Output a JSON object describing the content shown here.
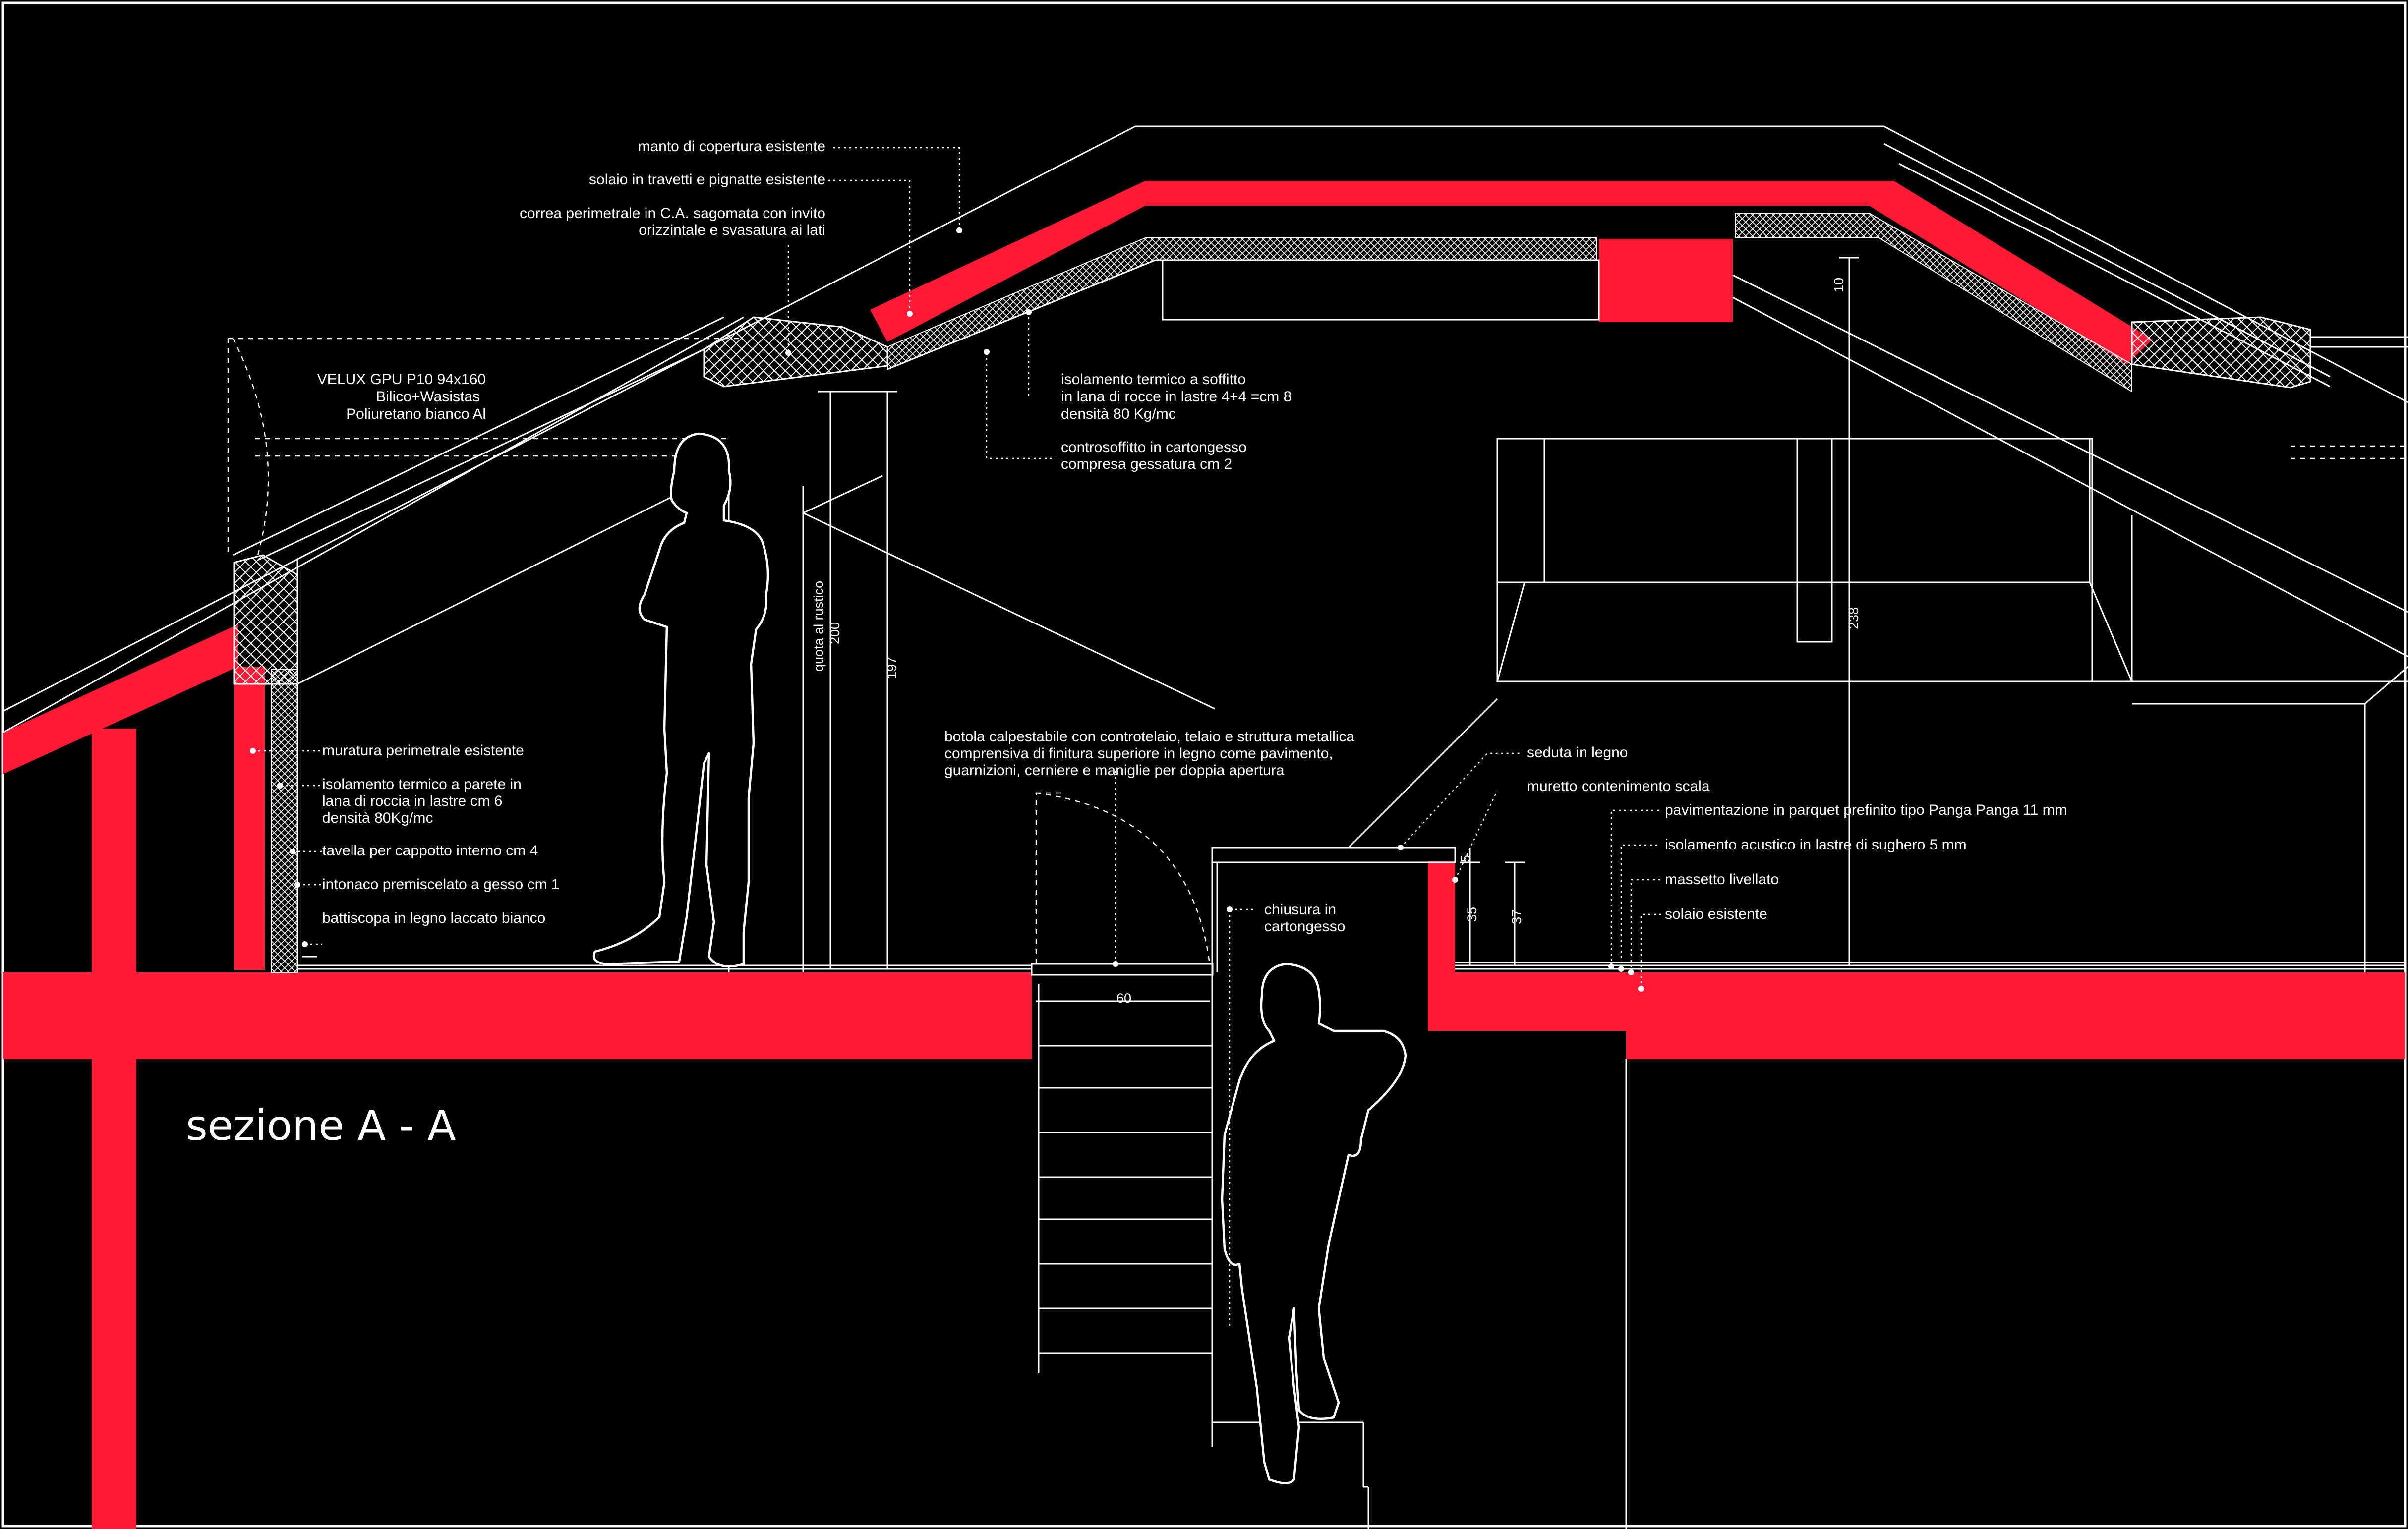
{
  "title": "sezione A - A",
  "colors": {
    "structure": "#ff1a35",
    "line": "#ffffff",
    "background": "#000000"
  },
  "labels": {
    "manto": "manto di copertura esistente",
    "solaio_travetti": "solaio in travetti e pignatte esistente",
    "correa_1": "correa perimetrale in C.A. sagomata con invito",
    "correa_2": "orizzintale e svasatura ai lati",
    "velux_1": "VELUX GPU P10 94x160",
    "velux_2": "Bilico+Wasistas",
    "velux_3": "Poliuretano bianco Al",
    "isol_soffitto_1": "isolamento termico a soffitto",
    "isol_soffitto_2": "in lana di rocce in lastre 4+4 =cm 8",
    "isol_soffitto_3": "densità 80 Kg/mc",
    "controsoffitto_1": "controsoffitto in cartongesso",
    "controsoffitto_2": "compresa gessatura cm 2",
    "muratura": "muratura perimetrale esistente",
    "isol_parete_1": "isolamento termico a parete in",
    "isol_parete_2": "lana di roccia in  lastre cm 6",
    "isol_parete_3": "densità 80Kg/mc",
    "tavella": "tavella per cappotto interno cm 4",
    "intonaco": "intonaco premiscelato a gesso cm 1",
    "battiscopa": "battiscopa in legno laccato bianco",
    "botola_1": "botola calpestabile con controtelaio, telaio e struttura metallica",
    "botola_2": "comprensiva di finitura superiore in legno come pavimento,",
    "botola_3": "guarnizioni,  cerniere e maniglie per doppia apertura",
    "chiusura_1": "chiusura in",
    "chiusura_2": "cartongesso",
    "seduta": "seduta in legno",
    "muretto": "muretto contenimento scala",
    "pavimentazione": "pavimentazione in parquet prefinito tipo Panga Panga 11 mm",
    "isol_acustico": "isolamento acustico in lastre di sughero 5 mm",
    "massetto": "massetto livellato",
    "solaio_esistente": "solaio esistente"
  },
  "dimensions": {
    "quota_1": "quota al rustico",
    "quota_2": "200",
    "d197": "197",
    "d10": "10",
    "d238": "238",
    "d60": "60",
    "d5": "5",
    "d35": "35",
    "d37": "37"
  }
}
